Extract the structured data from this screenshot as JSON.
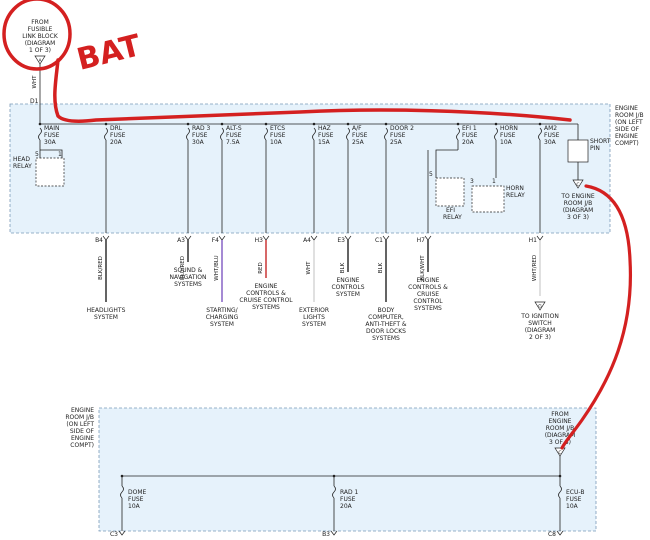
{
  "top_source": {
    "lines": [
      "FROM",
      "FUSIBLE",
      "LINK BLOCK",
      "(DIAGRAM",
      "1 OF 3)"
    ],
    "connector": "A",
    "wire": "WHT"
  },
  "annotation": "BAT",
  "d1_label": "D1",
  "junction_label": [
    "ENGINE",
    "ROOM J/B",
    "(ON LEFT",
    "SIDE OF",
    "ENGINE",
    "COMPT)"
  ],
  "short_pin": [
    "SHORT",
    "PIN"
  ],
  "head_relay": [
    "HEAD",
    "RELAY"
  ],
  "efi_relay": [
    "EFI",
    "RELAY"
  ],
  "horn_relay": [
    "HORN",
    "RELAY"
  ],
  "relay_pins": {
    "head": [
      "5",
      "1"
    ],
    "efi": [
      "5"
    ],
    "horn": [
      "3",
      "1"
    ]
  },
  "fuses": [
    {
      "lines": [
        "MAIN",
        "FUSE",
        "30A"
      ]
    },
    {
      "lines": [
        "DRL",
        "FUSE",
        "20A"
      ]
    },
    {
      "lines": [
        "RAD 3",
        "FUSE",
        "30A"
      ]
    },
    {
      "lines": [
        "ALT-S",
        "FUSE",
        "7.5A"
      ]
    },
    {
      "lines": [
        "ETCS",
        "FUSE",
        "10A"
      ]
    },
    {
      "lines": [
        "HAZ",
        "FUSE",
        "15A"
      ]
    },
    {
      "lines": [
        "A/F",
        "FUSE",
        "25A"
      ]
    },
    {
      "lines": [
        "DOOR 2",
        "FUSE",
        "25A"
      ]
    },
    {
      "lines": [
        "EFI 1",
        "FUSE",
        "20A"
      ]
    },
    {
      "lines": [
        "HORN",
        "FUSE",
        "10A"
      ]
    },
    {
      "lines": [
        "AM2",
        "FUSE",
        "30A"
      ]
    }
  ],
  "outputs": [
    {
      "connector": "B4",
      "wire": "BLK/RED",
      "dest": [
        "HEADLIGHTS",
        "SYSTEM"
      ]
    },
    {
      "connector": "A3",
      "wire": "BLU/RED",
      "dest": [
        "SOUND &",
        "NAVIGATION",
        "SYSTEMS"
      ]
    },
    {
      "connector": "F4",
      "wire": "WHT/BLU",
      "dest": [
        "STARTING/",
        "CHARGING",
        "SYSTEM"
      ]
    },
    {
      "connector": "H3",
      "wire": "RED",
      "dest": [
        "ENGINE",
        "CONTROLS &",
        "CRUISE CONTROL",
        "SYSTEMS"
      ]
    },
    {
      "connector": "A4",
      "wire": "WHT",
      "dest": [
        "EXTERIOR",
        "LIGHTS",
        "SYSTEM"
      ]
    },
    {
      "connector": "E3",
      "wire": "BLK",
      "dest": [
        "ENGINE",
        "CONTROLS",
        "SYSTEM"
      ]
    },
    {
      "connector": "C1",
      "wire": "BLK",
      "dest": [
        "BODY",
        "COMPUTER,",
        "ANTI-THEFT &",
        "DOOR LOCKS",
        "SYSTEMS"
      ]
    },
    {
      "connector": "H7",
      "wire": "BLK/WHT",
      "dest": [
        "ENGINE",
        "CONTROLS &",
        "CRUISE",
        "CONTROL",
        "SYSTEMS"
      ]
    },
    {
      "connector": "H1",
      "wire": "WHT/RED",
      "dest": [
        "TO IGNITION",
        "SWITCH",
        "(DIAGRAM",
        "2 OF 3)"
      ],
      "arrow": "G"
    }
  ],
  "to_engine_room": {
    "connector": "C",
    "lines": [
      "TO ENGINE",
      "ROOM J/B",
      "(DIAGRAM",
      "3 OF 3)"
    ]
  },
  "lower_junction_label": [
    "ENGINE",
    "ROOM J/B",
    "(ON LEFT",
    "SIDE OF",
    "ENGINE",
    "COMPT)"
  ],
  "from_engine_room": {
    "connector": "C",
    "lines": [
      "FROM",
      "ENGINE",
      "ROOM J/B",
      "(DIAGRAM",
      "3 OF 3)"
    ]
  },
  "lower_fuses": [
    {
      "lines": [
        "DOME",
        "FUSE",
        "10A"
      ],
      "connector": "C3"
    },
    {
      "lines": [
        "RAD 1",
        "FUSE",
        "20A"
      ],
      "connector": "B3"
    },
    {
      "lines": [
        "ECU-B",
        "FUSE",
        "10A"
      ],
      "connector": "C8"
    }
  ],
  "colors": {
    "annotation": "#d42020",
    "box_fill": "#e6f2fb",
    "wire_black": "#222222",
    "wire_red": "#c62828",
    "wire_violet": "#7e57c2"
  }
}
